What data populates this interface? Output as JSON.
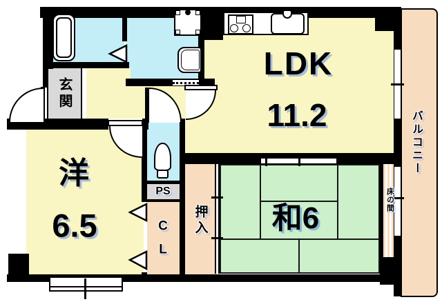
{
  "palette": {
    "room_yellow": "#FAF6C3",
    "water_cyan": "#C3EDF7",
    "tatami_green": "#CBF0CA",
    "closet_salmon": "#F8DCC0",
    "entry_gray": "#D9D9D9",
    "wall_black": "#000000"
  },
  "rooms": {
    "ldk": {
      "name": "LDK",
      "area": "11.2"
    },
    "western_room": {
      "name": "洋",
      "area": "6.5"
    },
    "japanese_room": {
      "name": "和6"
    },
    "entrance": {
      "name": "玄関"
    },
    "balcony": {
      "name": "バルコニー"
    },
    "oshiire_closet": {
      "name": "押入"
    },
    "closet": {
      "letter1": "C",
      "letter2": "L"
    },
    "pipe_space": {
      "name": "PS"
    },
    "tokonoma": {
      "name": "床の間"
    }
  },
  "fixtures": {
    "bathtub": "bathtub",
    "washbasin": "washbasin",
    "washing_machine_pan": "washing-machine-pan",
    "gas_stove": "gas-stove",
    "kitchen_sink": "kitchen-sink",
    "toilet": "toilet"
  }
}
